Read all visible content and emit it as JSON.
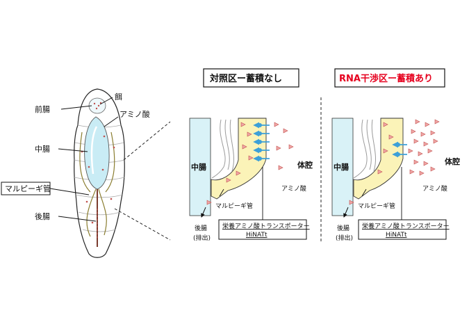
{
  "larva": {
    "label_foregut": "前腸",
    "label_food": "餌",
    "label_amino": "アミノ酸",
    "label_midgut": "中腸",
    "label_malpighian": "マルピーギ管",
    "label_hindgut": "後腸"
  },
  "panels": [
    {
      "title": "対照区ー蓄積なし",
      "title_color": "#111111",
      "label_midgut": "中腸",
      "label_body_cavity": "体腔",
      "label_amino": "アミノ酸",
      "label_malpighian": "マルピーギ管",
      "label_hindgut": "後腸",
      "label_excretion": "(排出)",
      "transporter_line1": "栄養アミノ酸トランスポーター",
      "transporter_line2": "HiNATt"
    },
    {
      "title": "RNA干渉区ー蓄積あり",
      "title_color": "#e6001e",
      "label_midgut": "中腸",
      "label_body_cavity": "体腔",
      "label_amino": "アミノ酸",
      "label_malpighian": "マルピーギ管",
      "label_hindgut": "後腸",
      "label_excretion": "(排出)",
      "transporter_line1": "栄養アミノ酸トランスポーター",
      "transporter_line2": "HiNATt"
    }
  ],
  "colors": {
    "midgut": "#d9f2f7",
    "tubule": "#fbf3b8",
    "amino_fill": "#f0a6a6",
    "amino_stroke": "#c0504d",
    "transporter": "#3da0d8"
  }
}
